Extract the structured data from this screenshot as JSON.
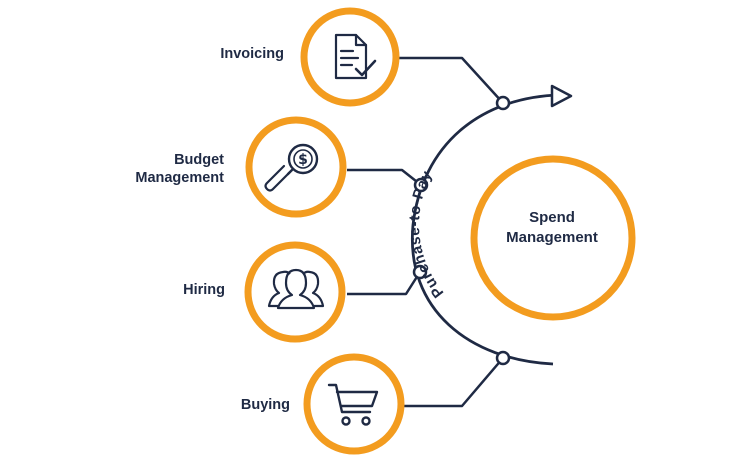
{
  "items": [
    {
      "lines": [
        "Invoicing"
      ],
      "icon": "document-check-icon"
    },
    {
      "lines": [
        "Budget",
        "Management"
      ],
      "icon": "magnifier-dollar-icon"
    },
    {
      "lines": [
        "Hiring"
      ],
      "icon": "people-icon"
    },
    {
      "lines": [
        "Buying"
      ],
      "icon": "shopping-cart-icon"
    }
  ],
  "arc_label": "Purchase-to-Pay",
  "center": {
    "lines": [
      "Spend",
      "Management"
    ]
  },
  "colors": {
    "accent": "#F39C1F",
    "ink": "#1F2A44",
    "background": "#FFFFFF"
  }
}
